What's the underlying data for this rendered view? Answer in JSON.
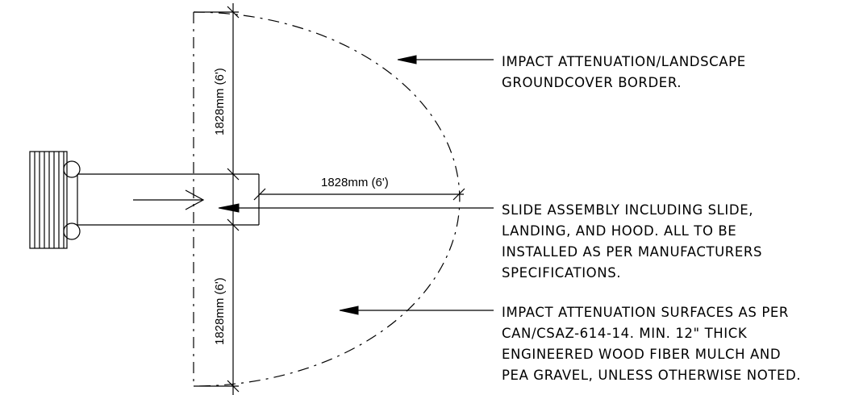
{
  "dimensions": {
    "vertical_upper": "1828mm (6')",
    "horizontal": "1828mm (6')",
    "vertical_lower": "1828mm (6')"
  },
  "notes": {
    "border": [
      "IMPACT ATTENUATION/LANDSCAPE",
      "GROUNDCOVER BORDER."
    ],
    "slide": [
      "SLIDE ASSEMBLY INCLUDING SLIDE,",
      "LANDING, AND HOOD. ALL TO BE",
      "INSTALLED AS PER MANUFACTURERS",
      "SPECIFICATIONS."
    ],
    "surface": [
      "IMPACT ATTENUATION SURFACES AS PER",
      "CAN/CSAZ-614-14. MIN. 12\" THICK",
      "ENGINEERED WOOD FIBER MULCH AND",
      "PEA GRAVEL, UNLESS OTHERWISE NOTED."
    ]
  }
}
